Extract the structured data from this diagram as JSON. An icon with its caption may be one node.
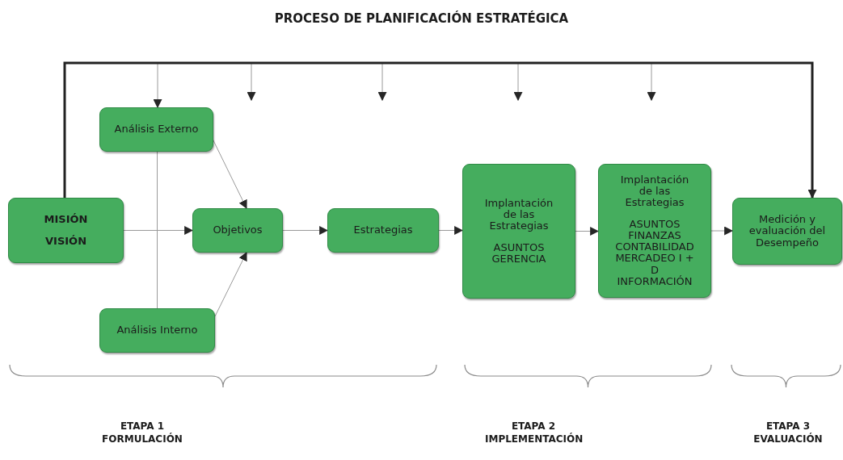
{
  "diagram": {
    "title": "PROCESO DE PLANIFICACIÓN ESTRATÉGICA",
    "nodes": [
      {
        "text": [
          "MISIÓN",
          "VISIÓN"
        ]
      },
      {
        "text": [
          "Análisis Externo"
        ]
      },
      {
        "text": [
          "Análisis Interno"
        ]
      },
      {
        "text": [
          "Objetivos"
        ]
      },
      {
        "text": [
          "Estrategias"
        ]
      },
      {
        "text": [
          "Implantación de las Estrategias",
          "ASUNTOS GERENCIA"
        ]
      },
      {
        "text": [
          "Implantación de las Estrategias",
          "ASUNTOS FINANZAS CONTABILIDAD MERCADEO I + D INFORMACIÓN"
        ]
      },
      {
        "text": [
          "Medición y evaluación del Desempeño"
        ]
      }
    ],
    "edges": [
      {
        "from": 0,
        "to": 1,
        "arrow": "to"
      },
      {
        "from": 0,
        "to": null,
        "arrow": "to"
      },
      {
        "from": 0,
        "to": null,
        "arrow": "to"
      },
      {
        "from": 0,
        "to": null,
        "arrow": "to"
      },
      {
        "from": 0,
        "to": null,
        "arrow": "to"
      },
      {
        "from": 0,
        "to": 7,
        "arrow": "to",
        "style": "thick",
        "color": "#222222"
      },
      {
        "from": 1,
        "to": 2,
        "arrow": "none"
      },
      {
        "from": 0,
        "to": 3,
        "arrow": "to"
      },
      {
        "from": 1,
        "to": 3,
        "arrow": "to"
      },
      {
        "from": 2,
        "to": 3,
        "arrow": "to"
      },
      {
        "from": 3,
        "to": 4,
        "arrow": "to"
      },
      {
        "from": 4,
        "to": 5,
        "arrow": "to"
      },
      {
        "from": 5,
        "to": 6,
        "arrow": "to"
      },
      {
        "from": 6,
        "to": 7,
        "arrow": "to"
      }
    ],
    "labels": [
      "ETAPA 1 FORMULACIÓN",
      "ETAPA 2 IMPLEMENTACIÓN",
      "ETAPA 3 EVALUACIÓN"
    ]
  }
}
